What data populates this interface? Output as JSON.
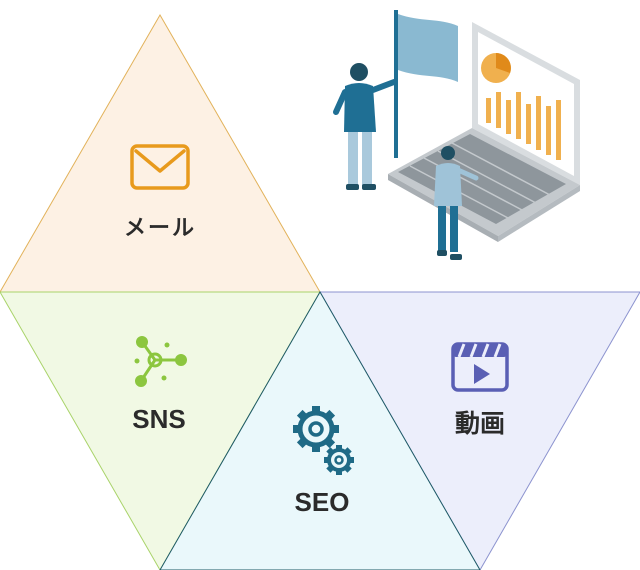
{
  "segments": {
    "mail": {
      "label": "メール",
      "icon": "envelope-icon"
    },
    "sns": {
      "label": "SNS",
      "icon": "network-nodes-icon"
    },
    "video": {
      "label": "動画",
      "icon": "video-player-icon"
    },
    "seo": {
      "label": "SEO",
      "icon": "gears-icon"
    }
  },
  "illustration": {
    "description_icon": "marketing-team-laptop-flag-illustration"
  },
  "colors": {
    "mail_fill": "#fdf1e4",
    "mail_stroke": "#e2b25a",
    "mail_icon": "#e89a1c",
    "sns_fill": "#f1f9e4",
    "sns_stroke": "#a9d36a",
    "sns_icon": "#8cc63f",
    "video_fill": "#eceefb",
    "video_stroke": "#8c93cf",
    "video_icon": "#5a5fb4",
    "seo_fill": "#eaf8fb",
    "seo_stroke": "#1e5a66",
    "seo_icon": "#1f6a86",
    "illus_blue": "#1f6f94",
    "illus_orange": "#f0b04e"
  }
}
